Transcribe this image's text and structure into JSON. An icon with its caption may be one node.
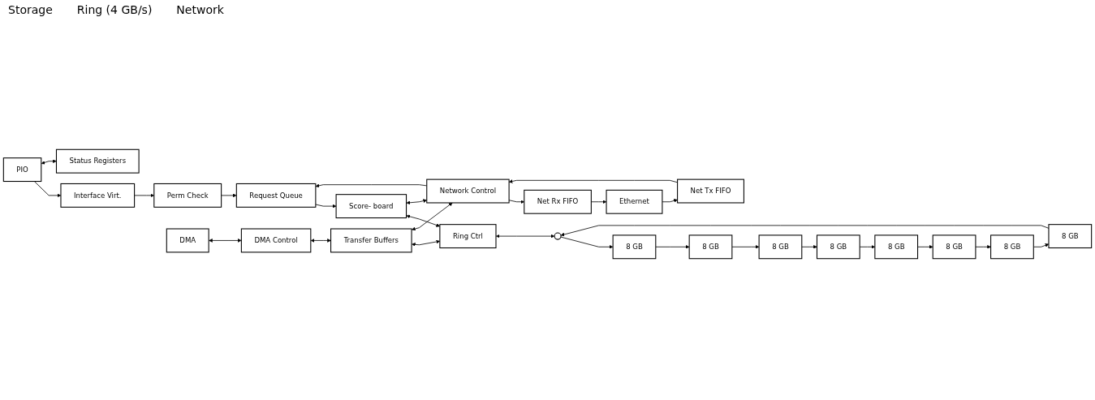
{
  "diagram": {
    "nodes": [
      {
        "text": [
          "PIO"
        ]
      },
      {
        "text": [
          "Interface Virt."
        ]
      },
      {
        "text": [
          "Perm Check"
        ]
      },
      {
        "text": [
          "Request Queue"
        ]
      },
      {
        "text": [
          "Status Registers"
        ]
      },
      {
        "text": [
          "Score- board"
        ]
      },
      {
        "text": [
          "Transfer Buffers"
        ]
      },
      {
        "text": [
          "DMA"
        ]
      },
      {
        "text": [
          "DMA Control"
        ]
      },
      {
        "text": [
          "Ring Ctrl"
        ]
      },
      {
        "text": [],
        "shape": "circle"
      },
      {
        "text": [
          "8 GB"
        ]
      },
      {
        "text": [
          "8 GB"
        ]
      },
      {
        "text": [
          "8 GB"
        ]
      },
      {
        "text": [
          "8 GB"
        ]
      },
      {
        "text": [
          "8 GB"
        ]
      },
      {
        "text": [
          "8 GB"
        ]
      },
      {
        "text": [
          "8 GB"
        ]
      },
      {
        "text": [
          "8 GB"
        ]
      },
      {
        "text": [
          "Network Control"
        ]
      },
      {
        "text": [
          "Net Rx FIFO"
        ]
      },
      {
        "text": [
          "Net Tx FIFO"
        ]
      },
      {
        "text": [
          "Ethernet"
        ]
      }
    ],
    "edges": [
      {
        "from": 0,
        "to": 1,
        "arrow": "to"
      },
      {
        "from": 1,
        "to": 2,
        "arrow": "to"
      },
      {
        "from": 2,
        "to": 3,
        "arrow": "to"
      },
      {
        "from": 0,
        "to": 4,
        "arrow": "both"
      },
      {
        "from": 3,
        "to": 5,
        "arrow": "to"
      },
      {
        "from": 5,
        "to": 9,
        "arrow": "both"
      },
      {
        "from": 5,
        "to": 19,
        "arrow": "both"
      },
      {
        "from": 6,
        "to": 9,
        "arrow": "both"
      },
      {
        "from": 6,
        "to": 19,
        "arrow": "both"
      },
      {
        "from": 7,
        "to": 8,
        "arrow": "both"
      },
      {
        "from": 8,
        "to": 6,
        "arrow": "both"
      },
      {
        "from": 19,
        "to": 3,
        "arrow": "to"
      },
      {
        "from": 9,
        "to": 10,
        "arrow": "both"
      },
      {
        "from": 10,
        "to": 15,
        "arrow": "to"
      },
      {
        "from": 15,
        "to": 16,
        "arrow": "to"
      },
      {
        "from": 16,
        "to": 17,
        "arrow": "to"
      },
      {
        "from": 17,
        "to": 18,
        "arrow": "to"
      },
      {
        "from": 18,
        "to": 14,
        "arrow": "to"
      },
      {
        "from": 14,
        "to": 13,
        "arrow": "to"
      },
      {
        "from": 13,
        "to": 12,
        "arrow": "to"
      },
      {
        "from": 12,
        "to": 11,
        "arrow": "to"
      },
      {
        "from": 11,
        "to": 10,
        "arrow": "to"
      },
      {
        "from": 19,
        "to": 20,
        "arrow": "to"
      },
      {
        "from": 20,
        "to": 22,
        "arrow": "to"
      },
      {
        "from": 22,
        "to": 21,
        "arrow": "to"
      },
      {
        "from": 21,
        "to": 19,
        "arrow": "to"
      }
    ],
    "labels": [
      "Storage",
      "Ring (4 GB/s)",
      "Network"
    ]
  }
}
